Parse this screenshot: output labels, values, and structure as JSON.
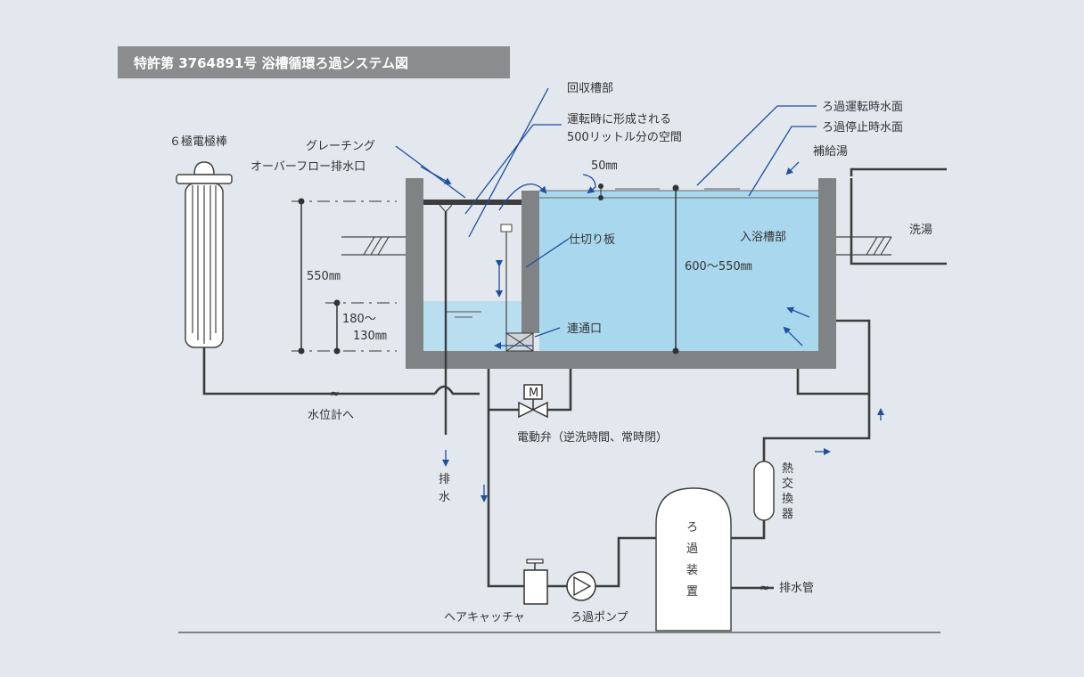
{
  "title": "特許第 3764891号 浴槽循環ろ過システム図",
  "labels": {
    "electrode": "６極電極棒",
    "grating": "グレーチング",
    "overflow": "オーバーフロー排水口",
    "recovery_tank": "回収槽部",
    "space_line1": "運転時に形成される",
    "space_line2": "500リットル分の空間",
    "gap_50": "50㎜",
    "water_level_run": "ろ過運転時水面",
    "water_level_stop": "ろ過停止時水面",
    "supply_hot": "補給湯",
    "wash_hot": "洗湯",
    "partition": "仕切り板",
    "bath_tank": "入浴槽部",
    "depth_600": "600～550㎜",
    "dim_550": "550㎜",
    "dim_180": "180～",
    "dim_130": "130㎜",
    "connection": "連通口",
    "to_level_meter": "水位計へ",
    "motor_valve_m": "M",
    "motor_valve": "電動弁（逆洗時間、常時閉）",
    "drain_v1": "排",
    "drain_v2": "水",
    "heat_exchanger": [
      "熱",
      "交",
      "換",
      "器"
    ],
    "filter": [
      "ろ",
      "過",
      "装",
      "置"
    ],
    "drain_pipe": "排水管",
    "hair_catcher": "ヘアキャッチャ",
    "filter_pump": "ろ過ポンプ"
  },
  "colors": {
    "background": "#e2e8ee",
    "title_band": "#8a8c8e",
    "water": "#a9d8ee",
    "water_light": "#cbe7f3",
    "tank_wall": "#7f8386",
    "arrow_blue": "#1e4fa0"
  }
}
